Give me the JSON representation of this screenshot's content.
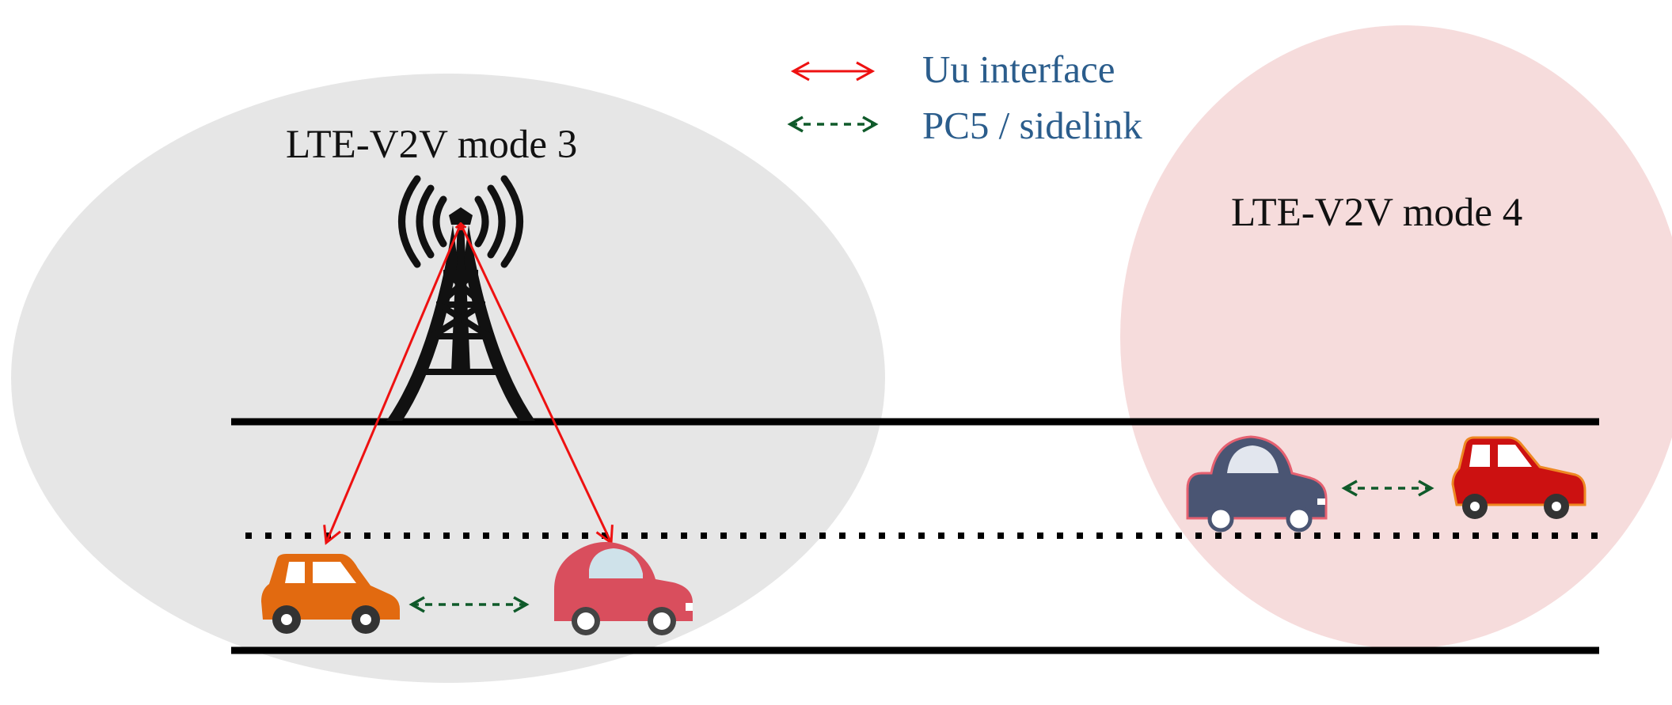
{
  "legend": {
    "uu_label": "Uu interface",
    "pc5_label": "PC5 / sidelink"
  },
  "zones": {
    "mode3_label": "LTE-V2V mode 3",
    "mode4_label": "LTE-V2V mode 4"
  },
  "colors": {
    "mode3_zone": "#e6e6e6",
    "mode4_zone": "#f6dcdc",
    "uu_link": "#ee1111",
    "pc5_link": "#0f5a2a",
    "legend_text": "#2b5d8c",
    "label_text": "#111111",
    "road": "#000000",
    "car_orange": "#e26a10",
    "car_pink": "#d94e5d",
    "car_slate": "#4a5573",
    "car_red": "#cc1111"
  },
  "icons": {
    "tower": "cell-tower-icon",
    "car": "car-icon"
  }
}
